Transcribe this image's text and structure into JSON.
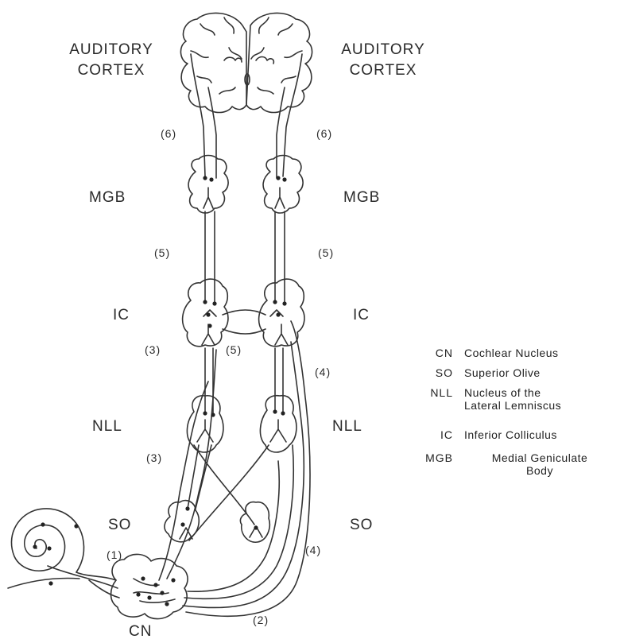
{
  "labels": {
    "cortex_left": {
      "line1": "AUDITORY",
      "line2": "CORTEX"
    },
    "cortex_right": {
      "line1": "AUDITORY",
      "line2": "CORTEX"
    },
    "mgb_left": "MGB",
    "mgb_right": "MGB",
    "ic_left": "IC",
    "ic_right": "IC",
    "nll_left": "NLL",
    "nll_right": "NLL",
    "so_left": "SO",
    "so_right": "SO",
    "cn": "CN"
  },
  "pathway_numbers": {
    "p6_left": "(6)",
    "p6_right": "(6)",
    "p5_left": "(5)",
    "p5_right": "(5)",
    "p5_center": "(5)",
    "p3_upper": "(3)",
    "p3_lower": "(3)",
    "p4_upper": "(4)",
    "p4_lower": "(4)",
    "p1": "(1)",
    "p2": "(2)"
  },
  "legend": [
    {
      "abbr": "CN",
      "definition": "Cochlear Nucleus"
    },
    {
      "abbr": "SO",
      "definition": "Superior Olive"
    },
    {
      "abbr": "NLL",
      "definition_line1": "Nucleus of the",
      "definition_line2": "Lateral Lemniscus"
    },
    {
      "abbr": "IC",
      "definition": "Inferior Colliculus"
    },
    {
      "abbr": "MGB",
      "definition_line1": "Medial Geniculate",
      "definition_line2": "Body"
    }
  ]
}
